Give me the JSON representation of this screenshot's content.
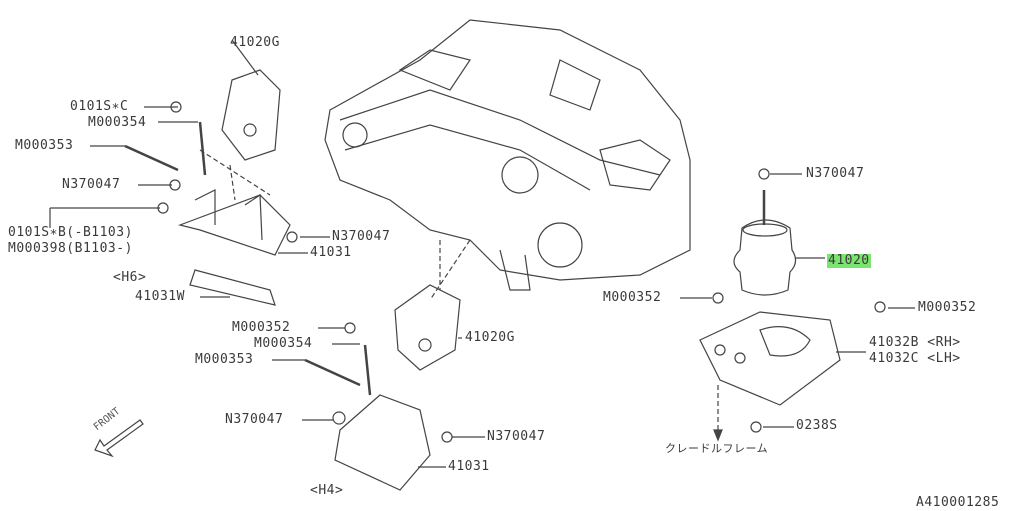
{
  "diagram_id": "A410001285",
  "highlight_color": "#7be36f",
  "labels": {
    "h6_41020g": "41020G",
    "h6_0101sc": "0101S∗C",
    "h6_m000354": "M000354",
    "h6_m000353": "M000353",
    "h6_n370047_a": "N370047",
    "h6_0101sb": "0101S∗B(-B1103)",
    "h6_m000398": "M000398(B1103-)",
    "h6_n370047_b": "N370047",
    "h6_41031": "41031",
    "h6_variant": "<H6>",
    "h6_41031w": "41031W",
    "h4_m000352": "M000352",
    "h4_41020g": "41020G",
    "h4_m000354": "M000354",
    "h4_m000353": "M000353",
    "h4_n370047_a": "N370047",
    "h4_n370047_b": "N370047",
    "h4_41031": "41031",
    "h4_variant": "<H4>",
    "front": "FRONT",
    "r_n370047": "N370047",
    "r_41020": "41020",
    "r_m000352_a": "M000352",
    "r_m000352_b": "M000352",
    "r_41032b": "41032B <RH>",
    "r_41032c": "41032C <LH>",
    "r_0238s": "0238S",
    "r_cradle": "クレードルフレーム"
  }
}
